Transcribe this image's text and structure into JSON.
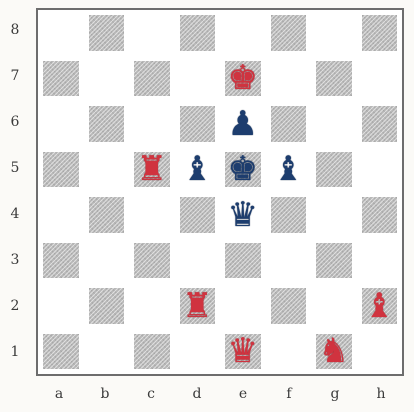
{
  "board": {
    "ranks": [
      "8",
      "7",
      "6",
      "5",
      "4",
      "3",
      "2",
      "1"
    ],
    "files": [
      "a",
      "b",
      "c",
      "d",
      "e",
      "f",
      "g",
      "h"
    ],
    "colors": {
      "red": "#d0333f",
      "blue": "#1d3d6e",
      "dark_square": "#b8b8b8",
      "light_square": "#ffffff"
    },
    "pieces": [
      {
        "square": "e7",
        "type": "king",
        "side": "red",
        "glyph": "♚"
      },
      {
        "square": "e6",
        "type": "pawn",
        "side": "blue",
        "glyph": "♟"
      },
      {
        "square": "c5",
        "type": "rook",
        "side": "red",
        "glyph": "♜"
      },
      {
        "square": "d5",
        "type": "bishop",
        "side": "blue",
        "glyph": "♝"
      },
      {
        "square": "e5",
        "type": "king",
        "side": "blue",
        "glyph": "♚"
      },
      {
        "square": "f5",
        "type": "bishop",
        "side": "blue",
        "glyph": "♝"
      },
      {
        "square": "e4",
        "type": "queen",
        "side": "blue",
        "glyph": "♛"
      },
      {
        "square": "d2",
        "type": "rook",
        "side": "red",
        "glyph": "♜"
      },
      {
        "square": "h2",
        "type": "bishop",
        "side": "red",
        "glyph": "♝"
      },
      {
        "square": "e1",
        "type": "queen",
        "side": "red",
        "glyph": "♛"
      },
      {
        "square": "g1",
        "type": "knight",
        "side": "red",
        "glyph": "♞"
      }
    ]
  }
}
